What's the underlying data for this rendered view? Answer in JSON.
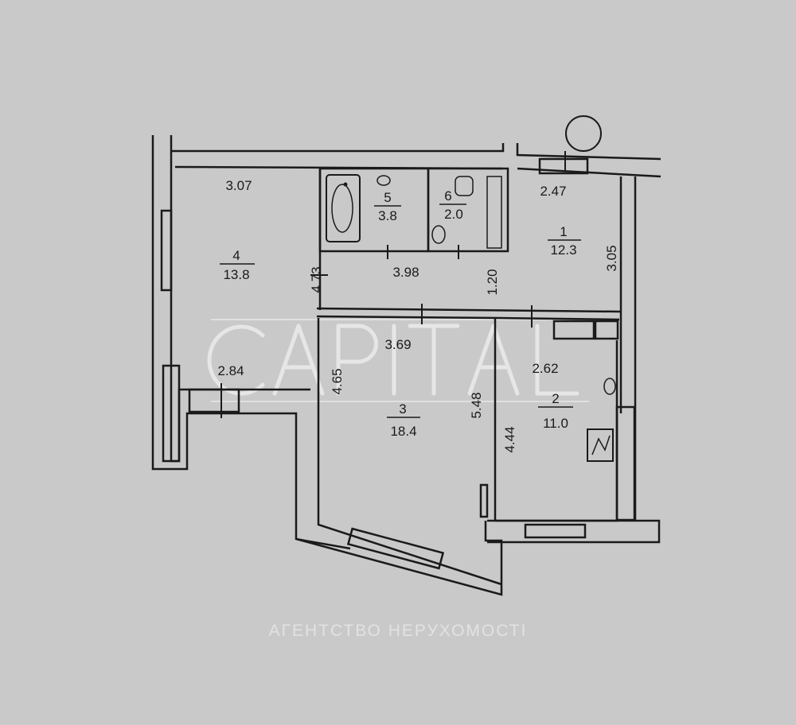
{
  "watermark": {
    "brand": "CAPITAL",
    "subtitle": "АГЕНТСТВО НЕРУХОМОСТІ"
  },
  "rooms": [
    {
      "number": "1",
      "area": "12.3"
    },
    {
      "number": "2",
      "area": "11.0"
    },
    {
      "number": "3",
      "area": "18.4"
    },
    {
      "number": "4",
      "area": "13.8"
    },
    {
      "number": "5",
      "area": "3.8"
    },
    {
      "number": "6",
      "area": "2.0"
    }
  ],
  "dimensions": {
    "d307": "3.07",
    "d247": "2.47",
    "d305": "3.05",
    "d473": "4.73",
    "d398": "3.98",
    "d120": "1.20",
    "d369": "3.69",
    "d262": "2.62",
    "d465": "4.65",
    "d548": "5.48",
    "d444": "4.44",
    "d284": "2.84"
  }
}
